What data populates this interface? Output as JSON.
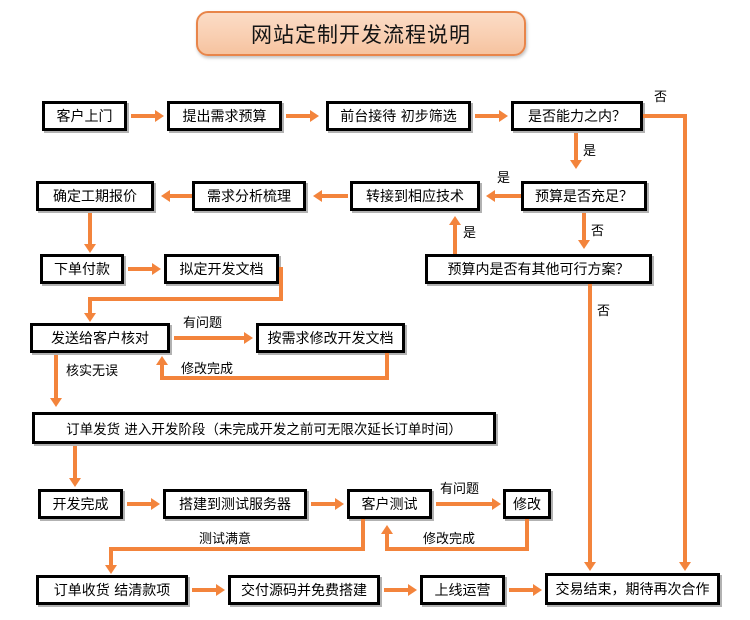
{
  "title": {
    "text": "网站定制开发流程说明"
  },
  "theme": {
    "arrow_color": "#f3843c",
    "node_border": "#000000",
    "node_fill": "#ffffff",
    "title_border": "#e8854a",
    "title_fill": "#f9cfb2",
    "text_color": "#000000"
  },
  "nodes": [
    {
      "id": "n01",
      "label": "客户上门"
    },
    {
      "id": "n02",
      "label": "提出需求预算"
    },
    {
      "id": "n03",
      "label": "前台接待 初步筛选"
    },
    {
      "id": "n04",
      "label": "是否能力之内？"
    },
    {
      "id": "n05",
      "label": "预算是否充足？"
    },
    {
      "id": "n06",
      "label": "转接到相应技术"
    },
    {
      "id": "n07",
      "label": "需求分析梳理"
    },
    {
      "id": "n08",
      "label": "确定工期报价"
    },
    {
      "id": "n09",
      "label": "预算内是否有其他可行方案？"
    },
    {
      "id": "n10",
      "label": "下单付款"
    },
    {
      "id": "n11",
      "label": "拟定开发文档"
    },
    {
      "id": "n12",
      "label": "发送给客户核对"
    },
    {
      "id": "n13",
      "label": "按需求修改开发文档"
    },
    {
      "id": "n14",
      "label": "订单发货 进入开发阶段（未完成开发之前可无限次延长订单时间）"
    },
    {
      "id": "n15",
      "label": "开发完成"
    },
    {
      "id": "n16",
      "label": "搭建到测试服务器"
    },
    {
      "id": "n17",
      "label": "客户测试"
    },
    {
      "id": "n18",
      "label": "修改"
    },
    {
      "id": "n19",
      "label": "订单收货 结清款项"
    },
    {
      "id": "n20",
      "label": "交付源码并免费搭建"
    },
    {
      "id": "n21",
      "label": "上线运营"
    },
    {
      "id": "n22",
      "label": "交易结束，期待再次合作"
    }
  ],
  "edge_labels": {
    "capable_no": "否",
    "capable_yes": "是",
    "budget_yes": "是",
    "budget_no": "否",
    "alt_yes": "是",
    "alt_no": "否",
    "doc_problem": "有问题",
    "doc_revised": "修改完成",
    "doc_verified": "核实无误",
    "test_problem": "有问题",
    "test_revised": "修改完成",
    "test_satisfied": "测试满意"
  }
}
